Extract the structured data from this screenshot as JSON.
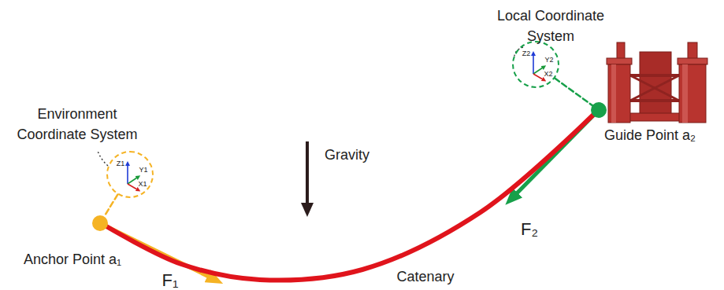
{
  "diagram": {
    "nodes": [
      {
        "text": [
          "Environment Coordinate System",
          "Z1",
          "Y1",
          "X1"
        ]
      },
      {
        "text": [
          "Anchor Point a₁"
        ]
      },
      {
        "text": [
          "Local Coordinate System",
          "Z2",
          "Y2",
          "X2"
        ]
      },
      {
        "text": [
          "Guide Point a₂"
        ]
      }
    ],
    "edges": [
      {
        "from": 0,
        "to": 1,
        "arrow": "none"
      },
      {
        "from": 1,
        "to": 3,
        "arrow": "none"
      },
      {
        "from": 2,
        "to": 3,
        "arrow": "none"
      }
    ],
    "labels": [
      "Gravity",
      "F₂",
      "F₁",
      "Catenary"
    ]
  }
}
